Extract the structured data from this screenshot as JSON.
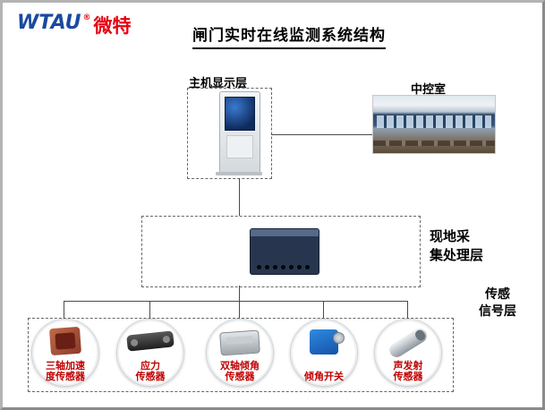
{
  "logo": {
    "wtau": "WTAU",
    "reg": "®",
    "cn": "微特"
  },
  "title": "闸门实时在线监测系统结构",
  "labels": {
    "host_display_layer": "主机显示层",
    "control_room": "中控室",
    "local_layer_line1": "现地采",
    "local_layer_line2": "集处理层",
    "sensor_layer_line1": "传感",
    "sensor_layer_line2": "信号层"
  },
  "sensors": [
    {
      "name": "three-axis-acceleration-sensor",
      "label_line1": "三轴加速",
      "label_line2": "度传感器"
    },
    {
      "name": "stress-sensor",
      "label_line1": "应力",
      "label_line2": "传感器"
    },
    {
      "name": "dual-axis-tilt-sensor",
      "label_line1": "双轴倾角",
      "label_line2": "传感器"
    },
    {
      "name": "tilt-switch",
      "label_line1": "倾角开关",
      "label_line2": ""
    },
    {
      "name": "acoustic-emission-sensor",
      "label_line1": "声发射",
      "label_line2": "传感器"
    }
  ],
  "colors": {
    "label_red": "#c00000",
    "logo_blue": "#1a4aa0",
    "logo_red": "#e60012",
    "line": "#4a4a4a"
  }
}
